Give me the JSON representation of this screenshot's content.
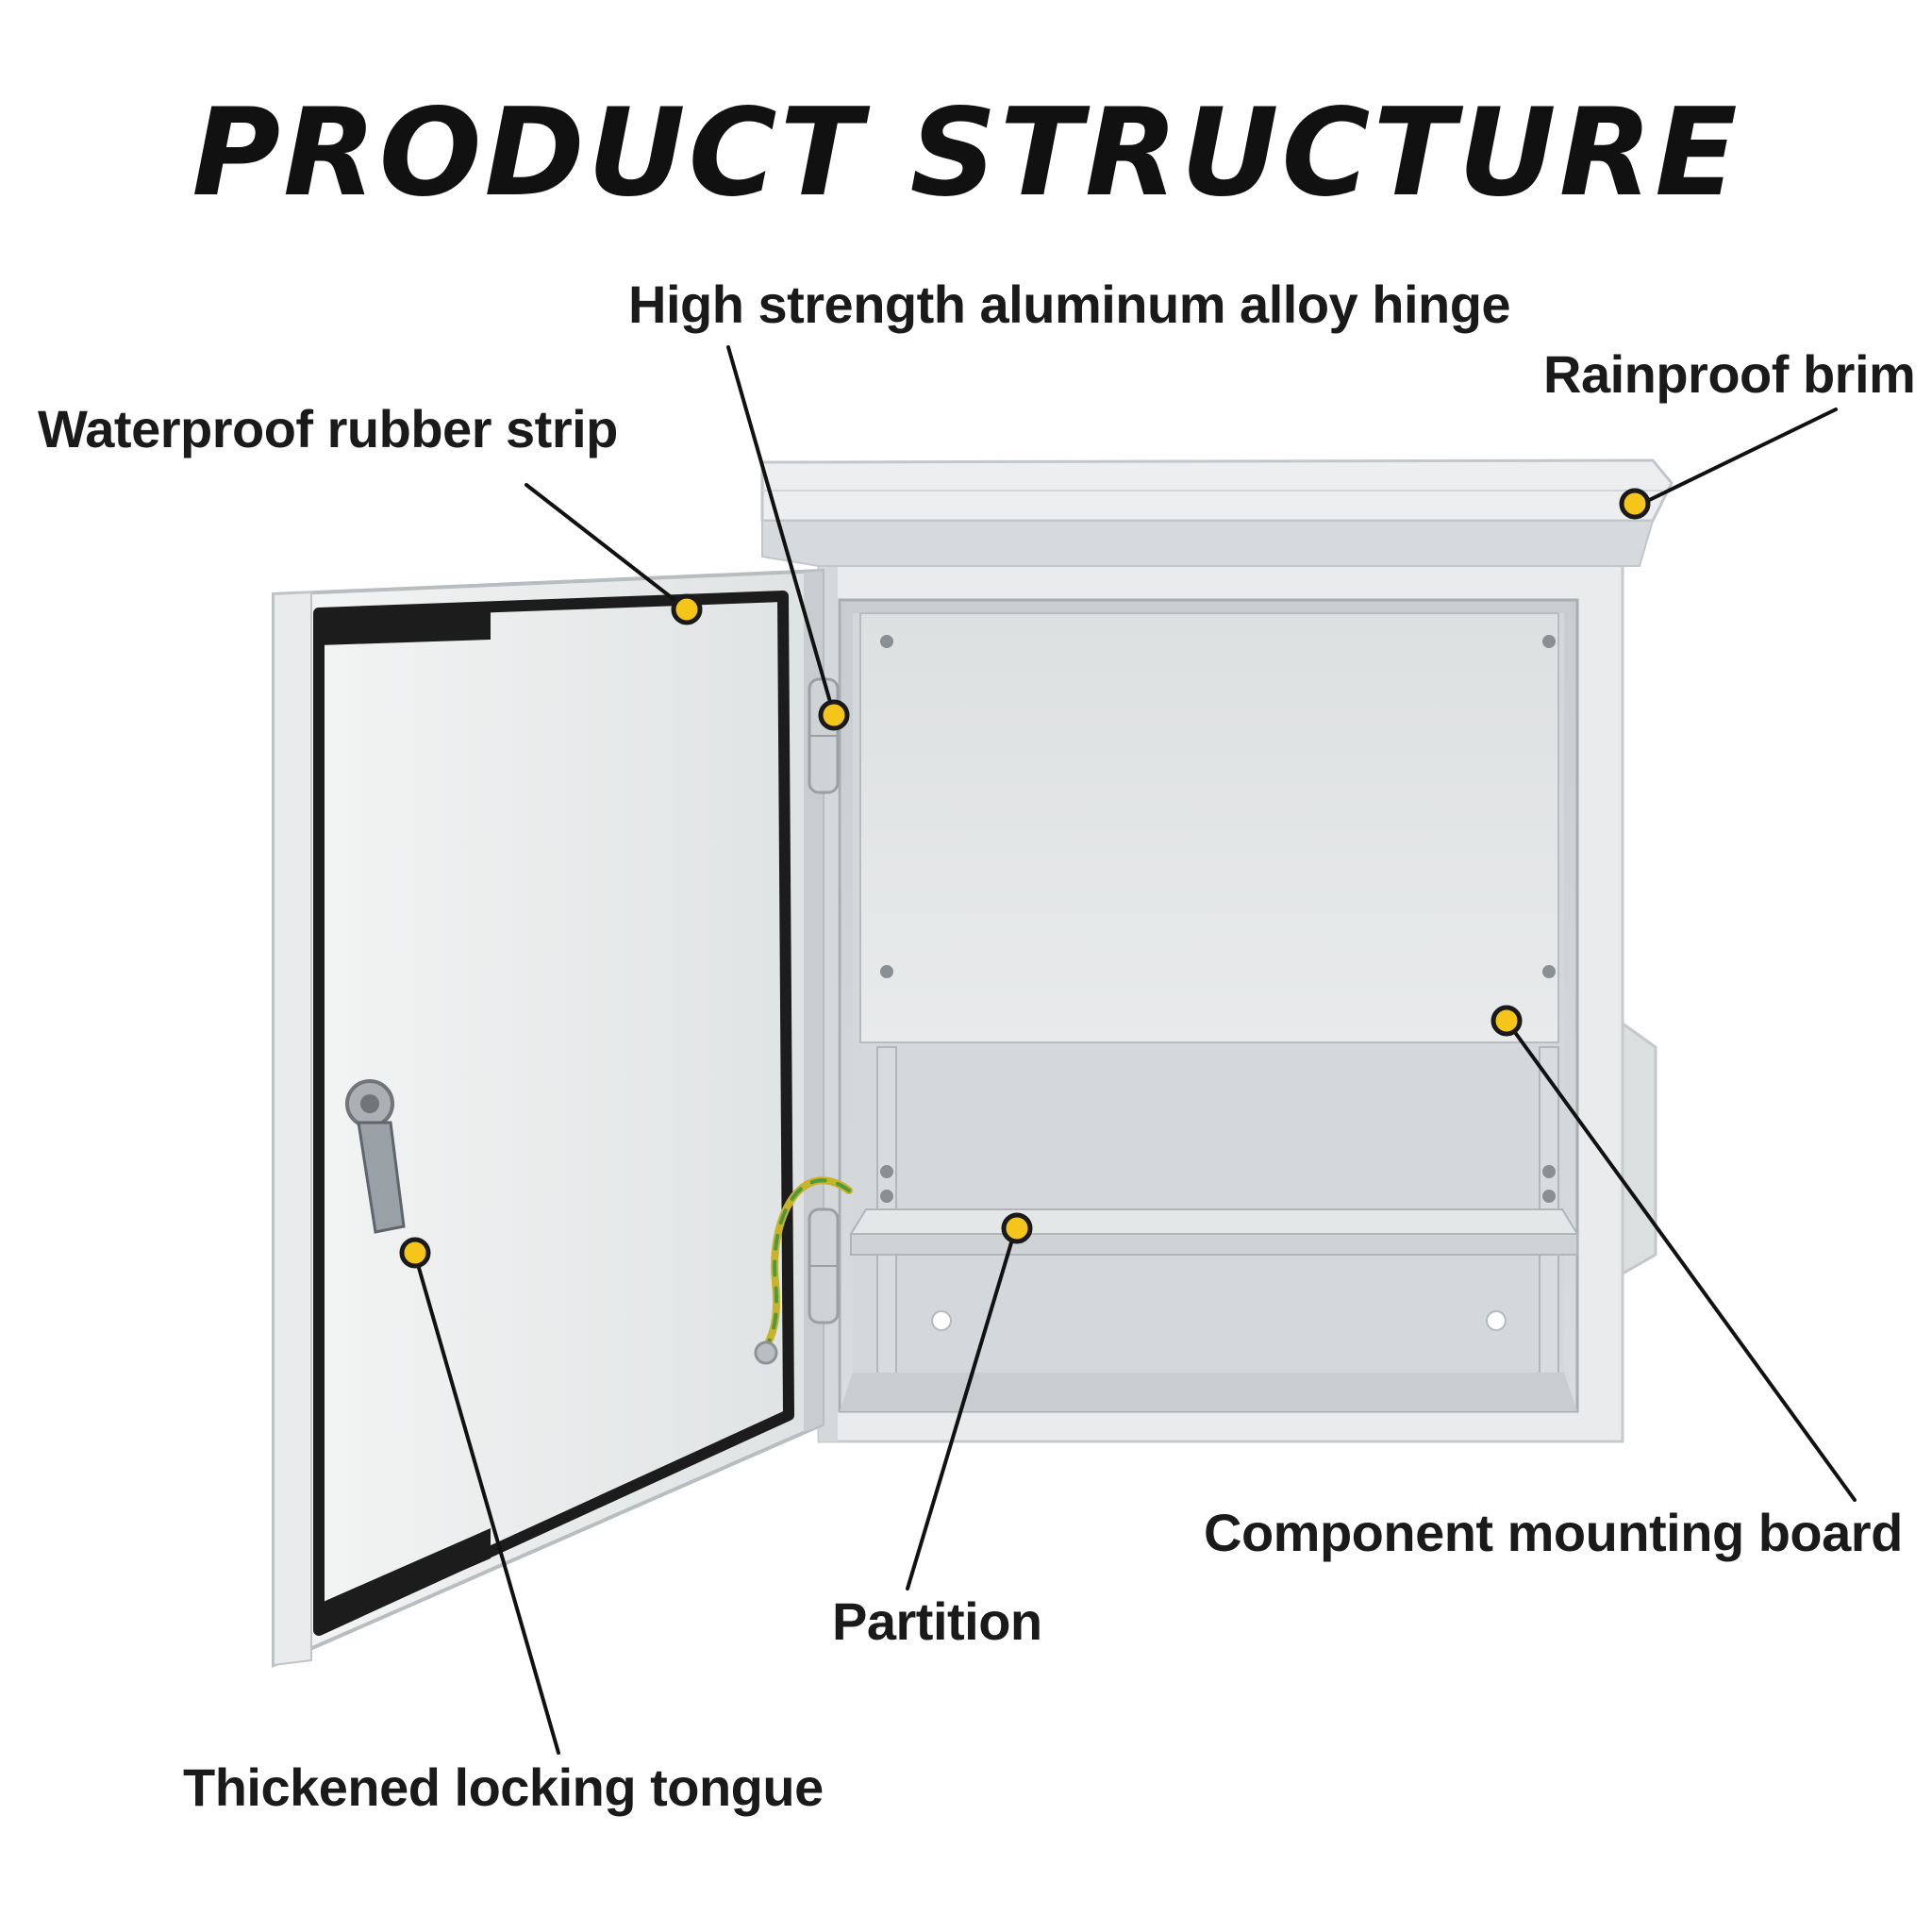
{
  "title": "PRODUCT STRUCTURE",
  "callouts": [
    {
      "id": "hinge",
      "text": "High strength aluminum alloy hinge"
    },
    {
      "id": "brim",
      "text": "Rainproof brim"
    },
    {
      "id": "strip",
      "text": "Waterproof rubber strip"
    },
    {
      "id": "board",
      "text": "Component mounting board"
    },
    {
      "id": "partition",
      "text": "Partition"
    },
    {
      "id": "tongue",
      "text": "Thickened locking tongue"
    }
  ],
  "colors": {
    "marker": "#f5c51a",
    "leader": "#111111",
    "cabinet": "#e6e8e9",
    "gasket": "#1c1c1c"
  }
}
